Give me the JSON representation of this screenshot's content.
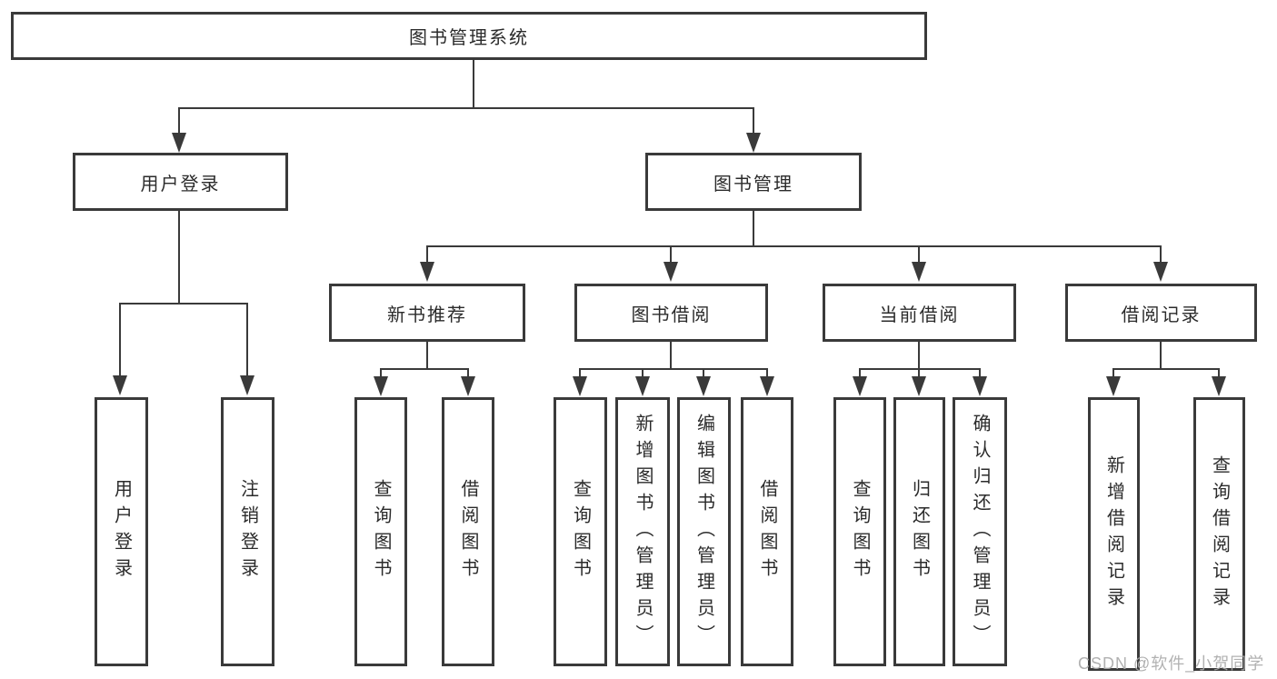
{
  "diagram": {
    "root": {
      "label": "图书管理系统"
    },
    "level2": [
      {
        "label": "用户登录"
      },
      {
        "label": "图书管理"
      }
    ],
    "level3": [
      {
        "label": "新书推荐"
      },
      {
        "label": "图书借阅"
      },
      {
        "label": "当前借阅"
      },
      {
        "label": "借阅记录"
      }
    ],
    "leaves": {
      "user_login": [
        "用户登录",
        "注销登录"
      ],
      "new_book": [
        "查询图书",
        "借阅图书"
      ],
      "book_borrow": [
        "查询图书",
        "新增图书（管理员）",
        "编辑图书（管理员）",
        "借阅图书"
      ],
      "current_borrow": [
        "查询图书",
        "归还图书",
        "确认归还（管理员）"
      ],
      "borrow_records": [
        "新增借阅记录",
        "查询借阅记录"
      ]
    }
  },
  "watermark": {
    "text": "CSDN @软件_小贺同学"
  },
  "colors": {
    "line": "#3a3a3a",
    "text": "#2b2b2b",
    "watermark": "#ababab",
    "background": "#ffffff"
  }
}
